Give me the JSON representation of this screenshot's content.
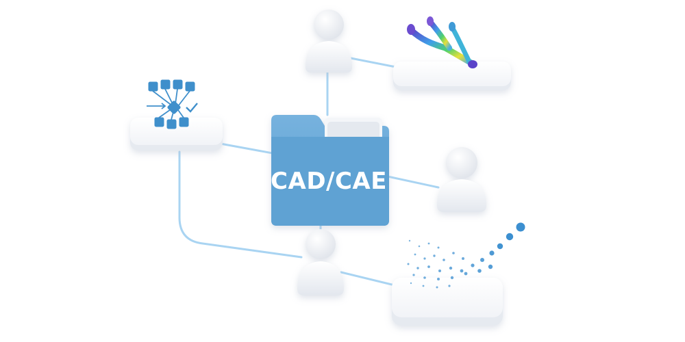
{
  "diagram": {
    "central_folder": {
      "label": "CAD/CAE"
    },
    "nodes": [
      {
        "kind": "user",
        "name": "user-top"
      },
      {
        "kind": "user",
        "name": "user-right"
      },
      {
        "kind": "user",
        "name": "user-bottom"
      },
      {
        "kind": "platform",
        "name": "network-schema-platform",
        "icon": "network-hub-icon"
      },
      {
        "kind": "platform",
        "name": "simulation-model-platform",
        "icon": "fea-bracket-model-icon"
      },
      {
        "kind": "platform",
        "name": "data-stream-platform",
        "icon": "data-particles-icon"
      }
    ],
    "colors": {
      "folder": "#6aaad8",
      "folder_tab": "#5a9ccc",
      "connector": "#a9d4f2",
      "node_white": "#f7f8fb",
      "node_shadow": "#dde3ec",
      "icon_blue": "#3f8fcb",
      "dot_blue": "#3c8fd0"
    }
  }
}
